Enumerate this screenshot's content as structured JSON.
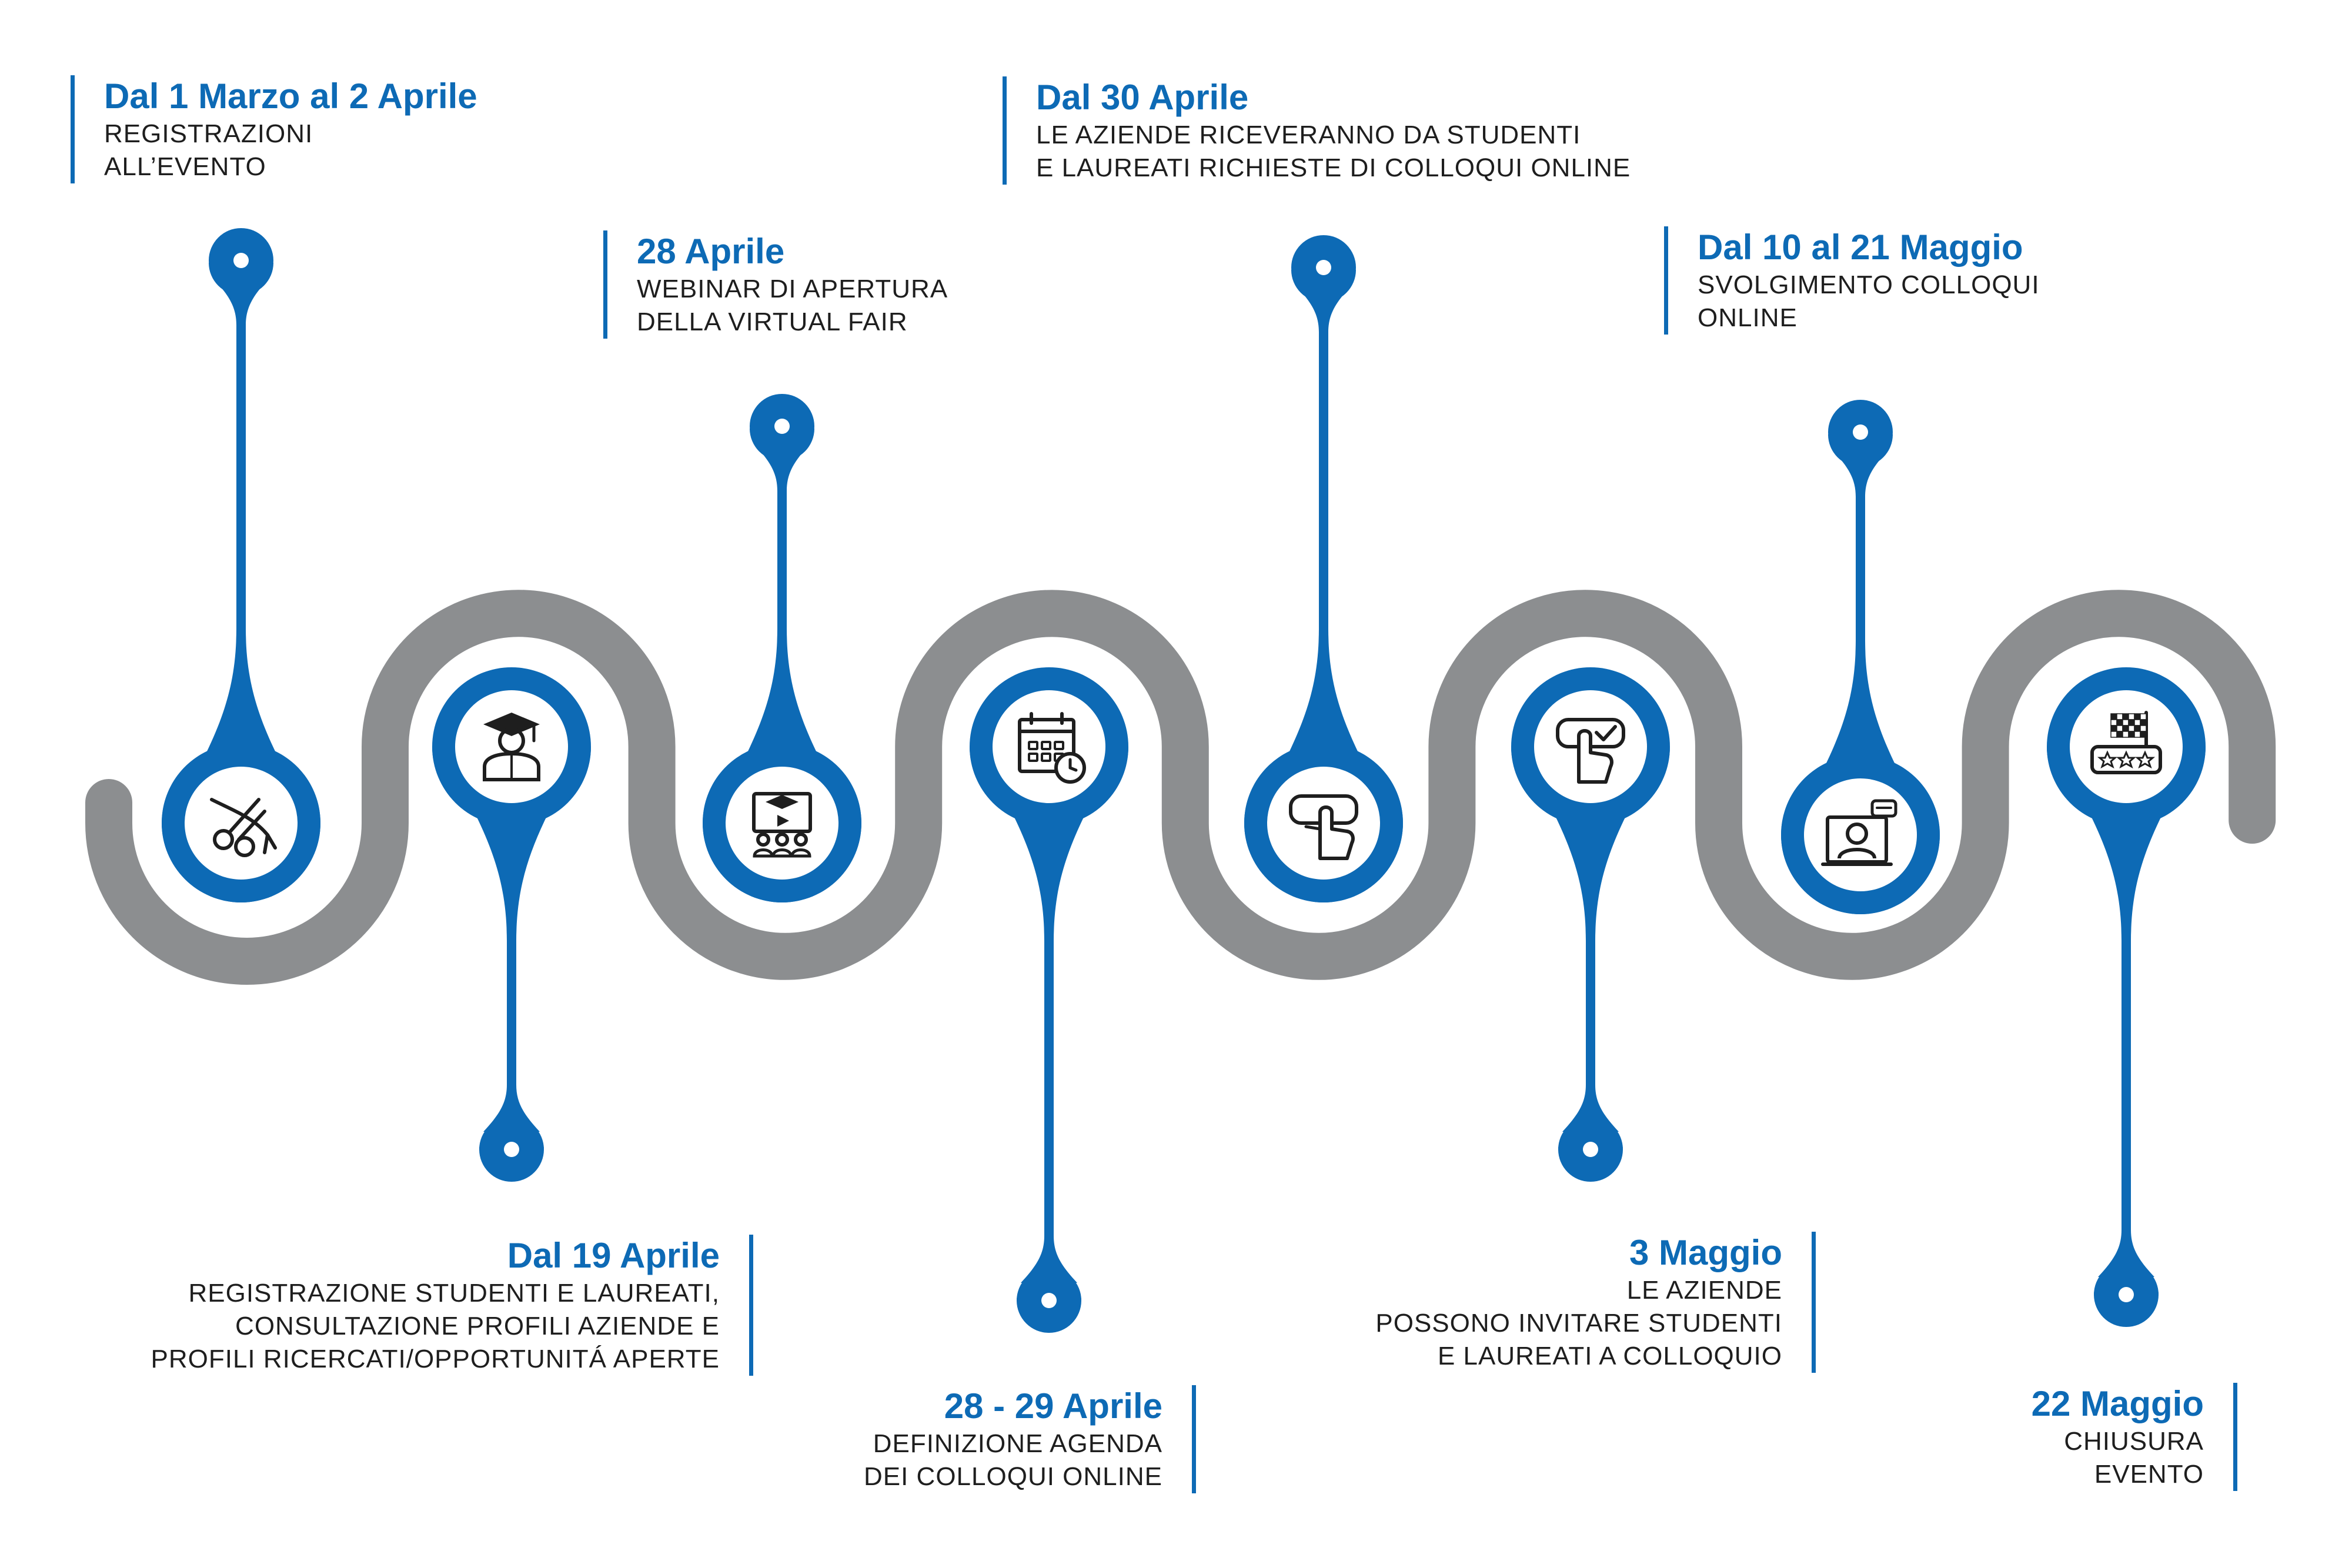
{
  "colors": {
    "track": "#8c8e90",
    "accent": "#0d6ab5",
    "icon": "#1e1e1e"
  },
  "milestones": [
    {
      "date": "Dal 1 Marzo al 2 Aprile",
      "lines": [
        "REGISTRAZIONI",
        "ALL’EVENTO"
      ],
      "icon": "scissors-ribbon-icon"
    },
    {
      "date": "Dal 19 Aprile",
      "lines": [
        "REGISTRAZIONE STUDENTI E LAUREATI,",
        "CONSULTAZIONE PROFILI AZIENDE E",
        "PROFILI RICERCATI/OPPORTUNITÁ APERTE"
      ],
      "icon": "graduate-icon"
    },
    {
      "date": "28 Aprile",
      "lines": [
        "WEBINAR DI APERTURA",
        "DELLA VIRTUAL FAIR"
      ],
      "icon": "webinar-icon"
    },
    {
      "date": "28 - 29 Aprile",
      "lines": [
        "DEFINIZIONE AGENDA",
        "DEI COLLOQUI ONLINE"
      ],
      "icon": "calendar-clock-icon"
    },
    {
      "date": "Dal 30 Aprile",
      "lines": [
        "LE AZIENDE RICEVERANNO DA STUDENTI",
        "E LAUREATI RICHIESTE DI COLLOQUI ONLINE"
      ],
      "icon": "hand-request-icon"
    },
    {
      "date": "3 Maggio",
      "lines": [
        "LE AZIENDE",
        "POSSONO INVITARE STUDENTI",
        "E LAUREATI A COLLOQUIO"
      ],
      "icon": "hand-check-icon"
    },
    {
      "date": "Dal 10 al 21 Maggio",
      "lines": [
        "SVOLGIMENTO COLLOQUI",
        "ONLINE"
      ],
      "icon": "video-interview-icon"
    },
    {
      "date": "22 Maggio",
      "lines": [
        "CHIUSURA",
        "EVENTO"
      ],
      "icon": "finish-flag-icon"
    }
  ]
}
